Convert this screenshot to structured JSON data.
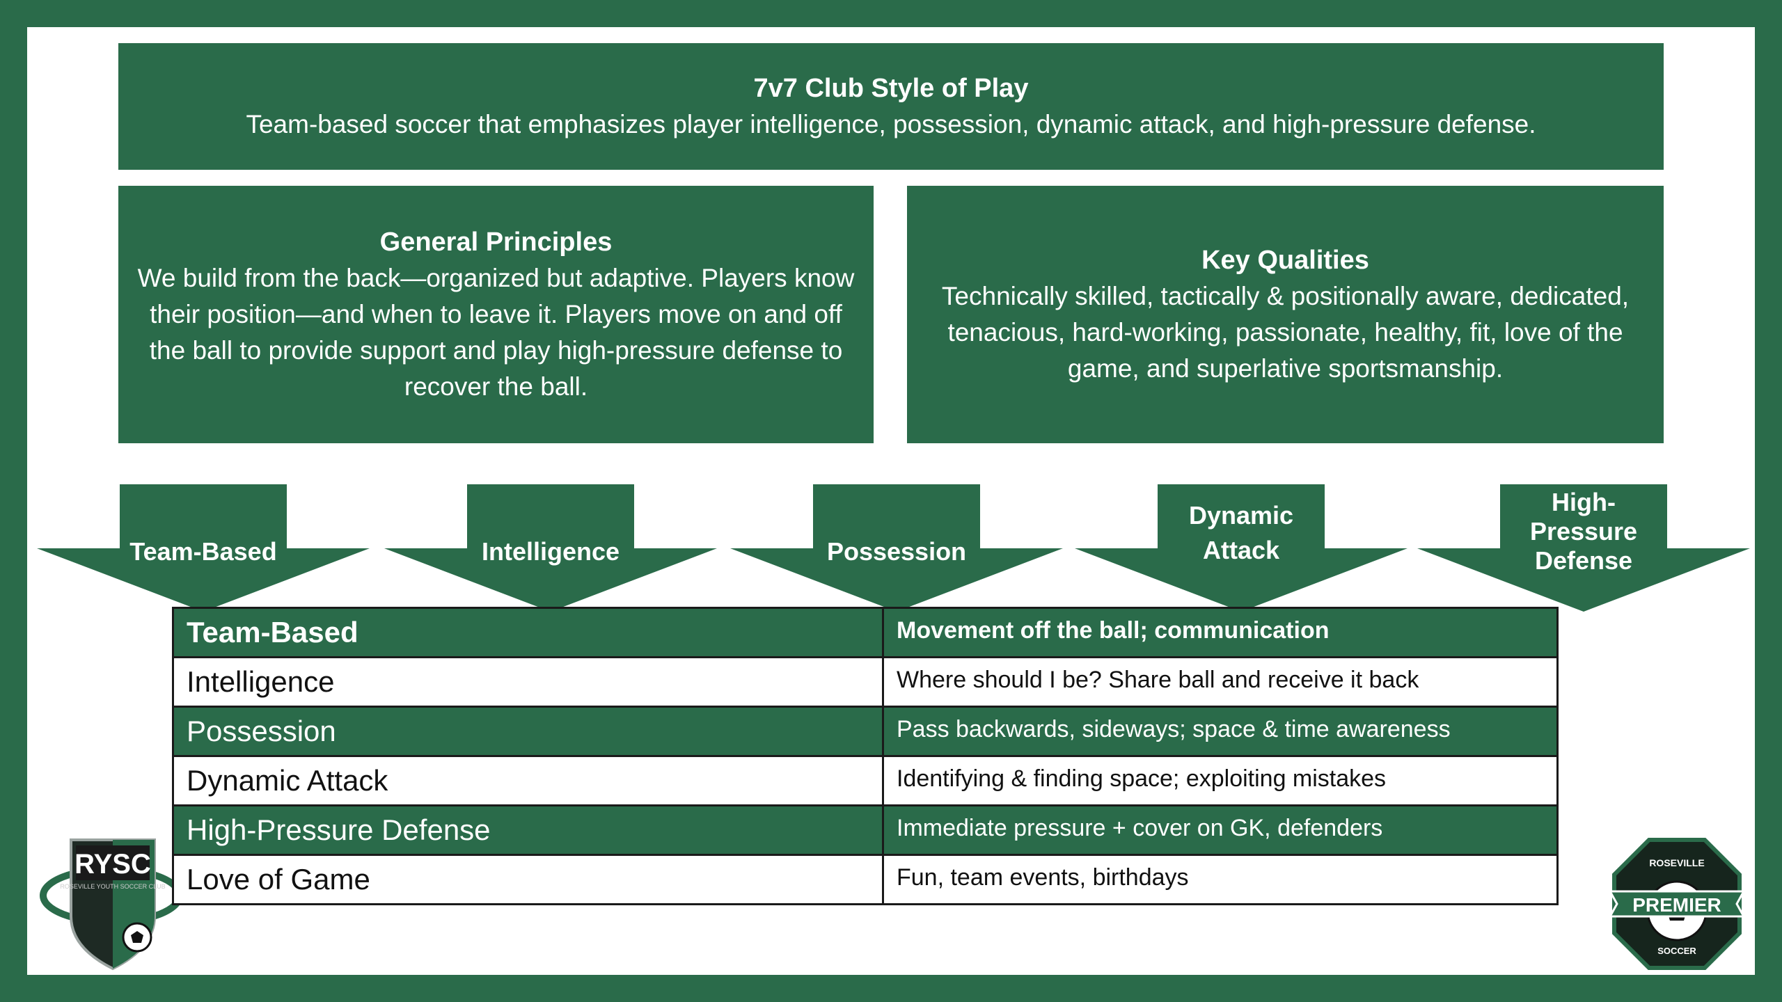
{
  "header": {
    "title": "7v7 Club Style of Play",
    "subtitle": "Team-based soccer that emphasizes player intelligence, possession, dynamic attack, and high-pressure defense."
  },
  "general_principles": {
    "title": "General Principles",
    "body": "We build from the back—organized but adaptive.  Players know their position—and when to leave it.  Players move on and off the ball to provide support and play high-pressure defense to recover the ball."
  },
  "key_qualities": {
    "title": "Key Qualities",
    "body": "Technically skilled, tactically & positionally aware, dedicated, tenacious, hard-working, passionate, healthy, fit, love of the game, and superlative sportsmanship."
  },
  "pillars": [
    {
      "label": "Team-Based"
    },
    {
      "label": "Intelligence"
    },
    {
      "label": "Possession"
    },
    {
      "label": "Dynamic Attack"
    },
    {
      "label": "High-Pressure Defense"
    }
  ],
  "table": {
    "rows": [
      {
        "item": "Team-Based",
        "detail": "Movement off the ball; communication"
      },
      {
        "item": "Intelligence",
        "detail": "Where should I be?  Share ball and receive it back"
      },
      {
        "item": "Possession",
        "detail": "Pass backwards, sideways; space & time awareness"
      },
      {
        "item": "Dynamic Attack",
        "detail": "Identifying & finding space; exploiting mistakes"
      },
      {
        "item": "High-Pressure Defense",
        "detail": "Immediate pressure + cover on GK, defenders"
      },
      {
        "item": "Love of Game",
        "detail": "Fun, team events, birthdays"
      }
    ]
  },
  "logos": {
    "left": {
      "name": "RYSC",
      "sub": "ROSEVILLE YOUTH SOCCER CLUB"
    },
    "right": {
      "top": "ROSEVILLE",
      "name": "PREMIER",
      "bottom": "SOCCER"
    }
  },
  "colors": {
    "primary": "#2a6b4a",
    "background": "#ffffff"
  }
}
